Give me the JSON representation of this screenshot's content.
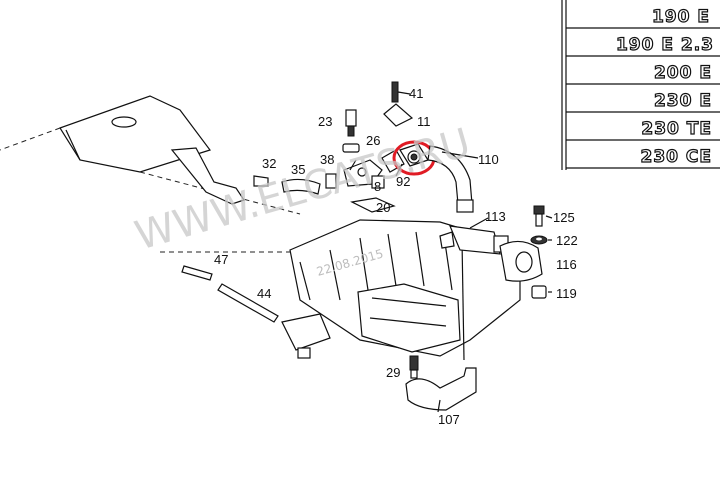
{
  "diagram": {
    "watermark": "WWW.ELCATS.RU",
    "date": "22.08.2015",
    "model_badges": [
      "190 E",
      "190 E 2.3",
      "200 E",
      "230 E",
      "230 TE",
      "230 CE"
    ],
    "part_labels": {
      "p41": "41",
      "p23": "23",
      "p11": "11",
      "p26": "26",
      "p32": "32",
      "p35": "35",
      "p38": "38",
      "p110": "110",
      "p92": "92",
      "p8": "8",
      "p20": "20",
      "p113": "113",
      "p125": "125",
      "p122": "122",
      "p116": "116",
      "p47": "47",
      "p44": "44",
      "p119": "119",
      "p29": "29",
      "p107": "107"
    },
    "highlight_color": "#e01b24"
  }
}
